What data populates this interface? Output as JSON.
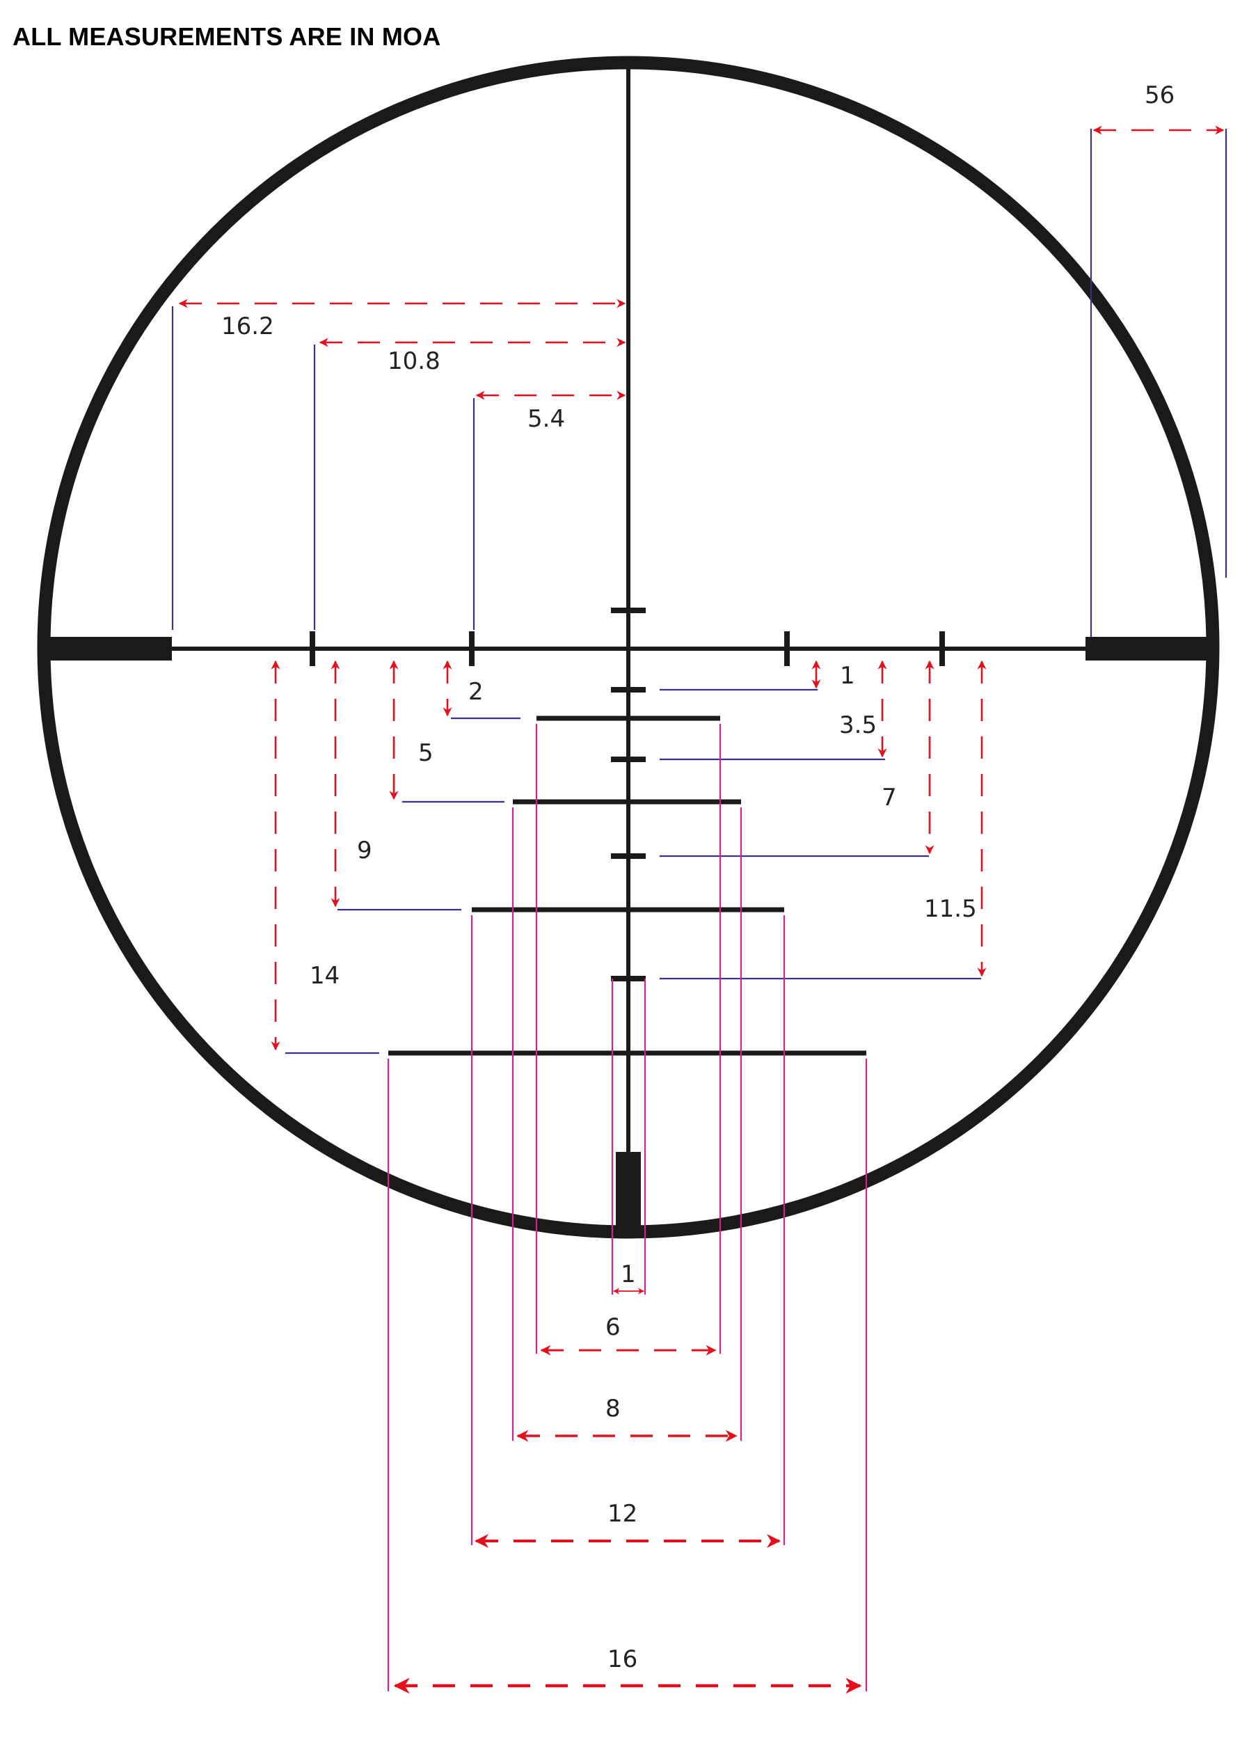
{
  "title": "ALL MEASUREMENTS ARE IN MOA",
  "colors": {
    "reticle": "#1a1a1a",
    "dimension_arrow": "#e3101e",
    "extension_blue": "#3a2f8c",
    "extension_magenta": "#d0238f"
  },
  "labels": {
    "outer_bar": "56",
    "upper_left_1": "16.2",
    "upper_left_2": "10.8",
    "upper_left_3": "5.4",
    "left_drop_1": "2",
    "left_drop_2": "5",
    "left_drop_3": "9",
    "left_drop_4": "14",
    "right_drop_1": "1",
    "right_drop_2": "3.5",
    "right_drop_3": "7",
    "right_drop_4": "11.5",
    "width_1": "1",
    "width_2": "6",
    "width_3": "8",
    "width_4": "12",
    "width_5": "16"
  }
}
